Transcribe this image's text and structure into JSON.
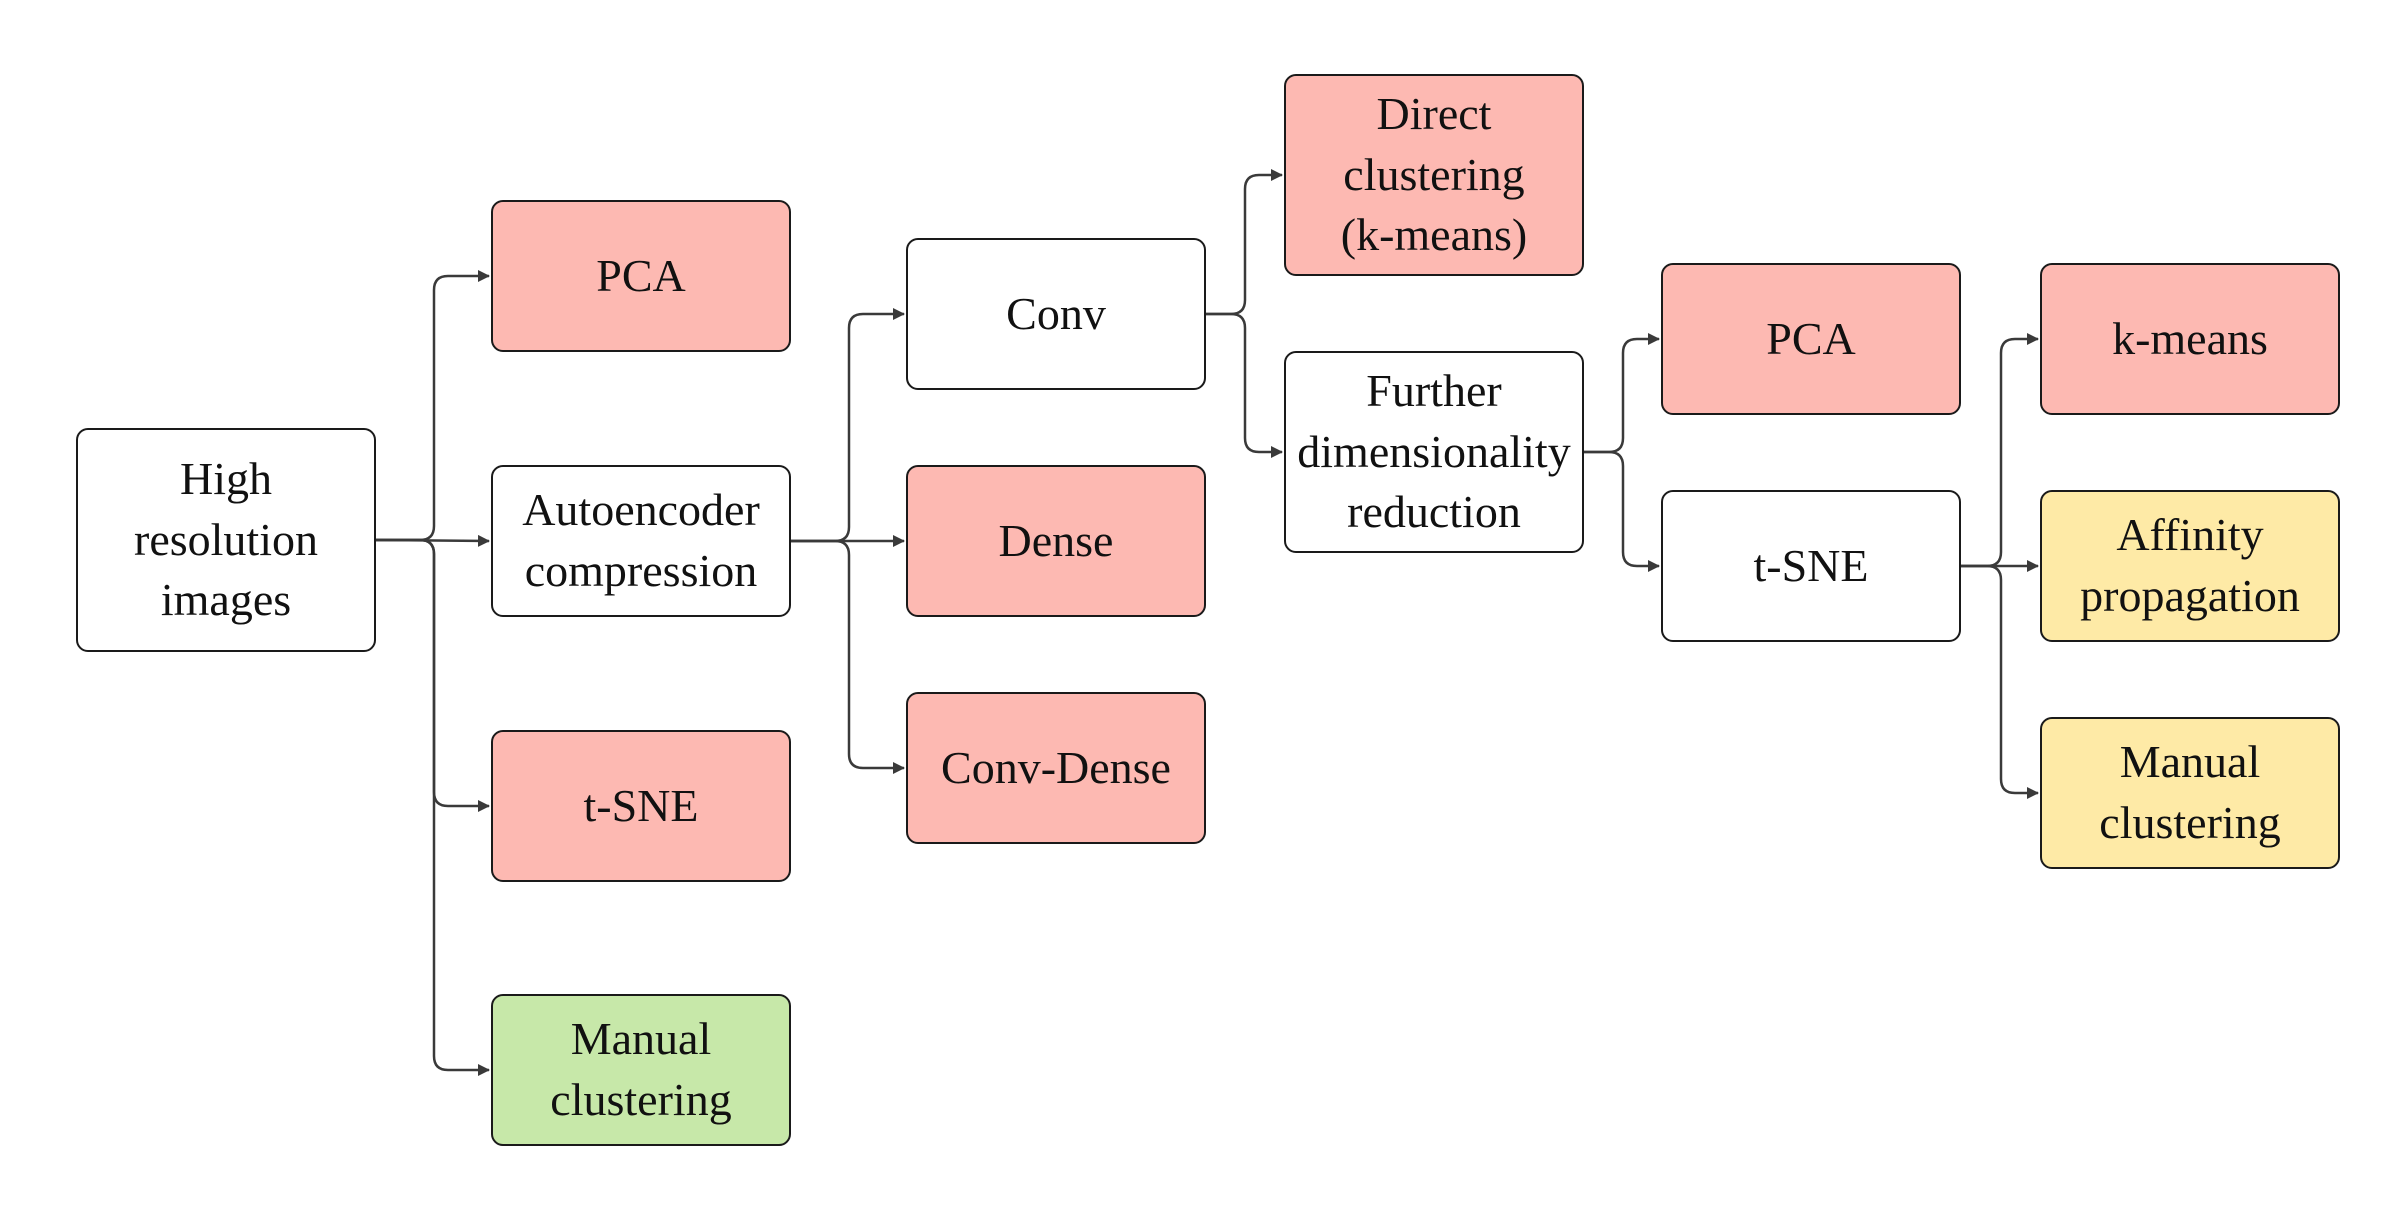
{
  "colors": {
    "neutral": "#ffffff",
    "red": "#fdb9b2",
    "green": "#c7e8a9",
    "yellow": "#feeaa6",
    "edge": "#3a3a3a"
  },
  "nodes": {
    "high_res": {
      "label": "High\nresolution\nimages",
      "color": "neutral"
    },
    "pca1": {
      "label": "PCA",
      "color": "red"
    },
    "autoencoder": {
      "label": "Autoencoder\ncompression",
      "color": "neutral"
    },
    "tsne1": {
      "label": "t-SNE",
      "color": "red"
    },
    "manual1": {
      "label": "Manual\nclustering",
      "color": "green"
    },
    "conv": {
      "label": "Conv",
      "color": "neutral"
    },
    "dense": {
      "label": "Dense",
      "color": "red"
    },
    "conv_dense": {
      "label": "Conv-Dense",
      "color": "red"
    },
    "direct": {
      "label": "Direct\nclustering\n(k-means)",
      "color": "red"
    },
    "further": {
      "label": "Further\ndimensionality\nreduction",
      "color": "neutral"
    },
    "pca2": {
      "label": "PCA",
      "color": "red"
    },
    "tsne2": {
      "label": "t-SNE",
      "color": "neutral"
    },
    "kmeans": {
      "label": "k-means",
      "color": "red"
    },
    "affinity": {
      "label": "Affinity\npropagation",
      "color": "yellow"
    },
    "manual2": {
      "label": "Manual\nclustering",
      "color": "yellow"
    }
  },
  "edges": [
    [
      "high_res",
      "pca1"
    ],
    [
      "high_res",
      "autoencoder"
    ],
    [
      "high_res",
      "tsne1"
    ],
    [
      "high_res",
      "manual1"
    ],
    [
      "autoencoder",
      "conv"
    ],
    [
      "autoencoder",
      "dense"
    ],
    [
      "autoencoder",
      "conv_dense"
    ],
    [
      "conv",
      "direct"
    ],
    [
      "conv",
      "further"
    ],
    [
      "further",
      "pca2"
    ],
    [
      "further",
      "tsne2"
    ],
    [
      "tsne2",
      "kmeans"
    ],
    [
      "tsne2",
      "affinity"
    ],
    [
      "tsne2",
      "manual2"
    ]
  ]
}
